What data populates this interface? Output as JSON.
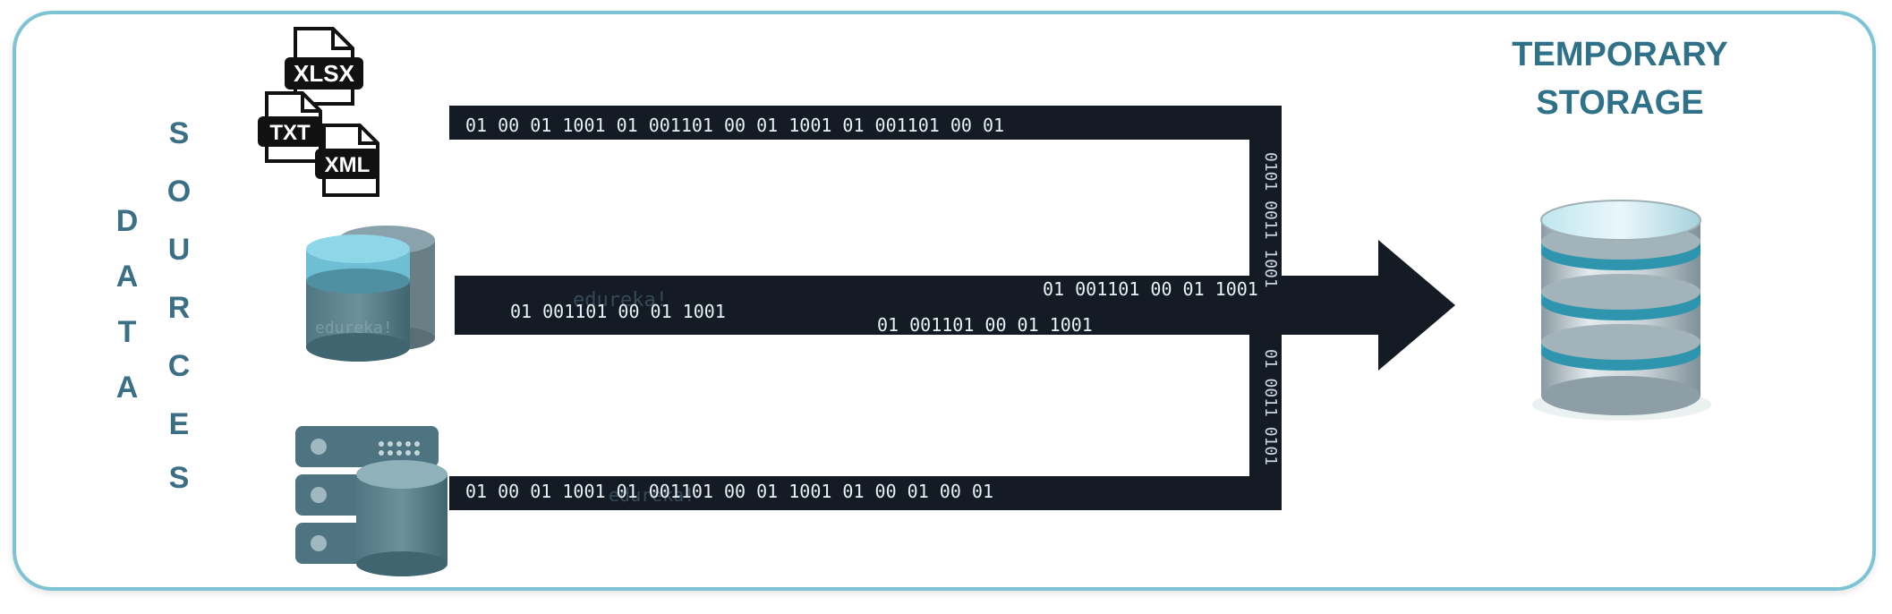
{
  "diagram": {
    "sources_label_word1": [
      "D",
      "A",
      "T",
      "A"
    ],
    "sources_label_word2": [
      "S",
      "O",
      "U",
      "R",
      "C",
      "E",
      "S"
    ],
    "file_types": {
      "xlsx": "XLSX",
      "txt": "TXT",
      "xml": "XML"
    },
    "destination": {
      "line1": "TEMPORARY",
      "line2": "STORAGE"
    },
    "binary_stream": {
      "top": "01 00 01 1001  01 001101 00 01 1001 01 001101 00 01",
      "middle_a": "01 001101 00 01 1001",
      "middle_b": "01 001101 00 01 1001",
      "middle_c": "01 001101 00 01 1001",
      "bottom": "01 00 01 1001   01 001101 00 01 1001 01 00 01 00 01",
      "watermark": "edureka!"
    }
  },
  "colors": {
    "frame": "#7cc3d3",
    "label_text": "#3b6f86",
    "title_text": "#2e7189",
    "stream_bg": "#141b24",
    "stream_text": "#e8f1f5",
    "storage_ring": "#5cc3d8"
  }
}
